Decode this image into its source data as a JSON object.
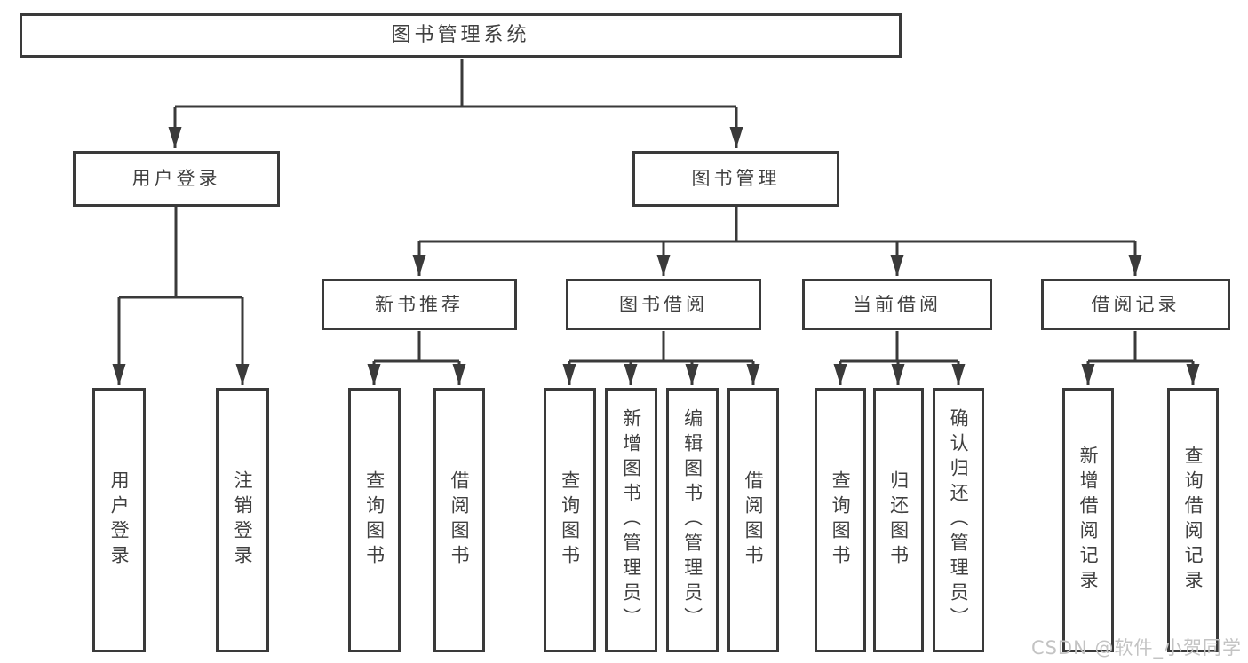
{
  "diagram": {
    "title": "图书管理系统",
    "level2": [
      "用户登录",
      "图书管理"
    ],
    "level3": [
      "新书推荐",
      "图书借阅",
      "当前借阅",
      "借阅记录"
    ],
    "leaves": {
      "user_login": [
        "用户登录",
        "注销登录"
      ],
      "new_book_recommend": [
        "查询图书",
        "借阅图书"
      ],
      "book_borrow": [
        "查询图书",
        "新增图书（管理员）",
        "编辑图书（管理员）",
        "借阅图书"
      ],
      "current_borrow": [
        "查询图书",
        "归还图书",
        "确认归还（管理员）"
      ],
      "borrow_record": [
        "新增借阅记录",
        "查询借阅记录"
      ]
    },
    "colors": {
      "line": "#3a3a3a",
      "text": "#404040",
      "box_background": "#ffffff",
      "watermark": "#c3c3c3"
    },
    "watermark": "CSDN @软件_小贺同学"
  }
}
